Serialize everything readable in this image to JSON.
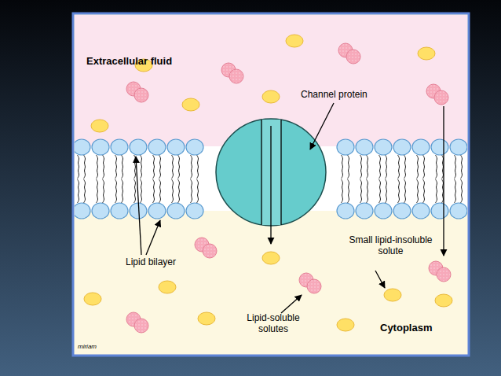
{
  "diagram": {
    "labels": [
      "Extracellular fluid",
      "Channel protein",
      "Lipid bilayer",
      "Small lipid-insoluble solute",
      "Lipid-soluble solutes",
      "Cytoplasm",
      "miriam"
    ]
  }
}
